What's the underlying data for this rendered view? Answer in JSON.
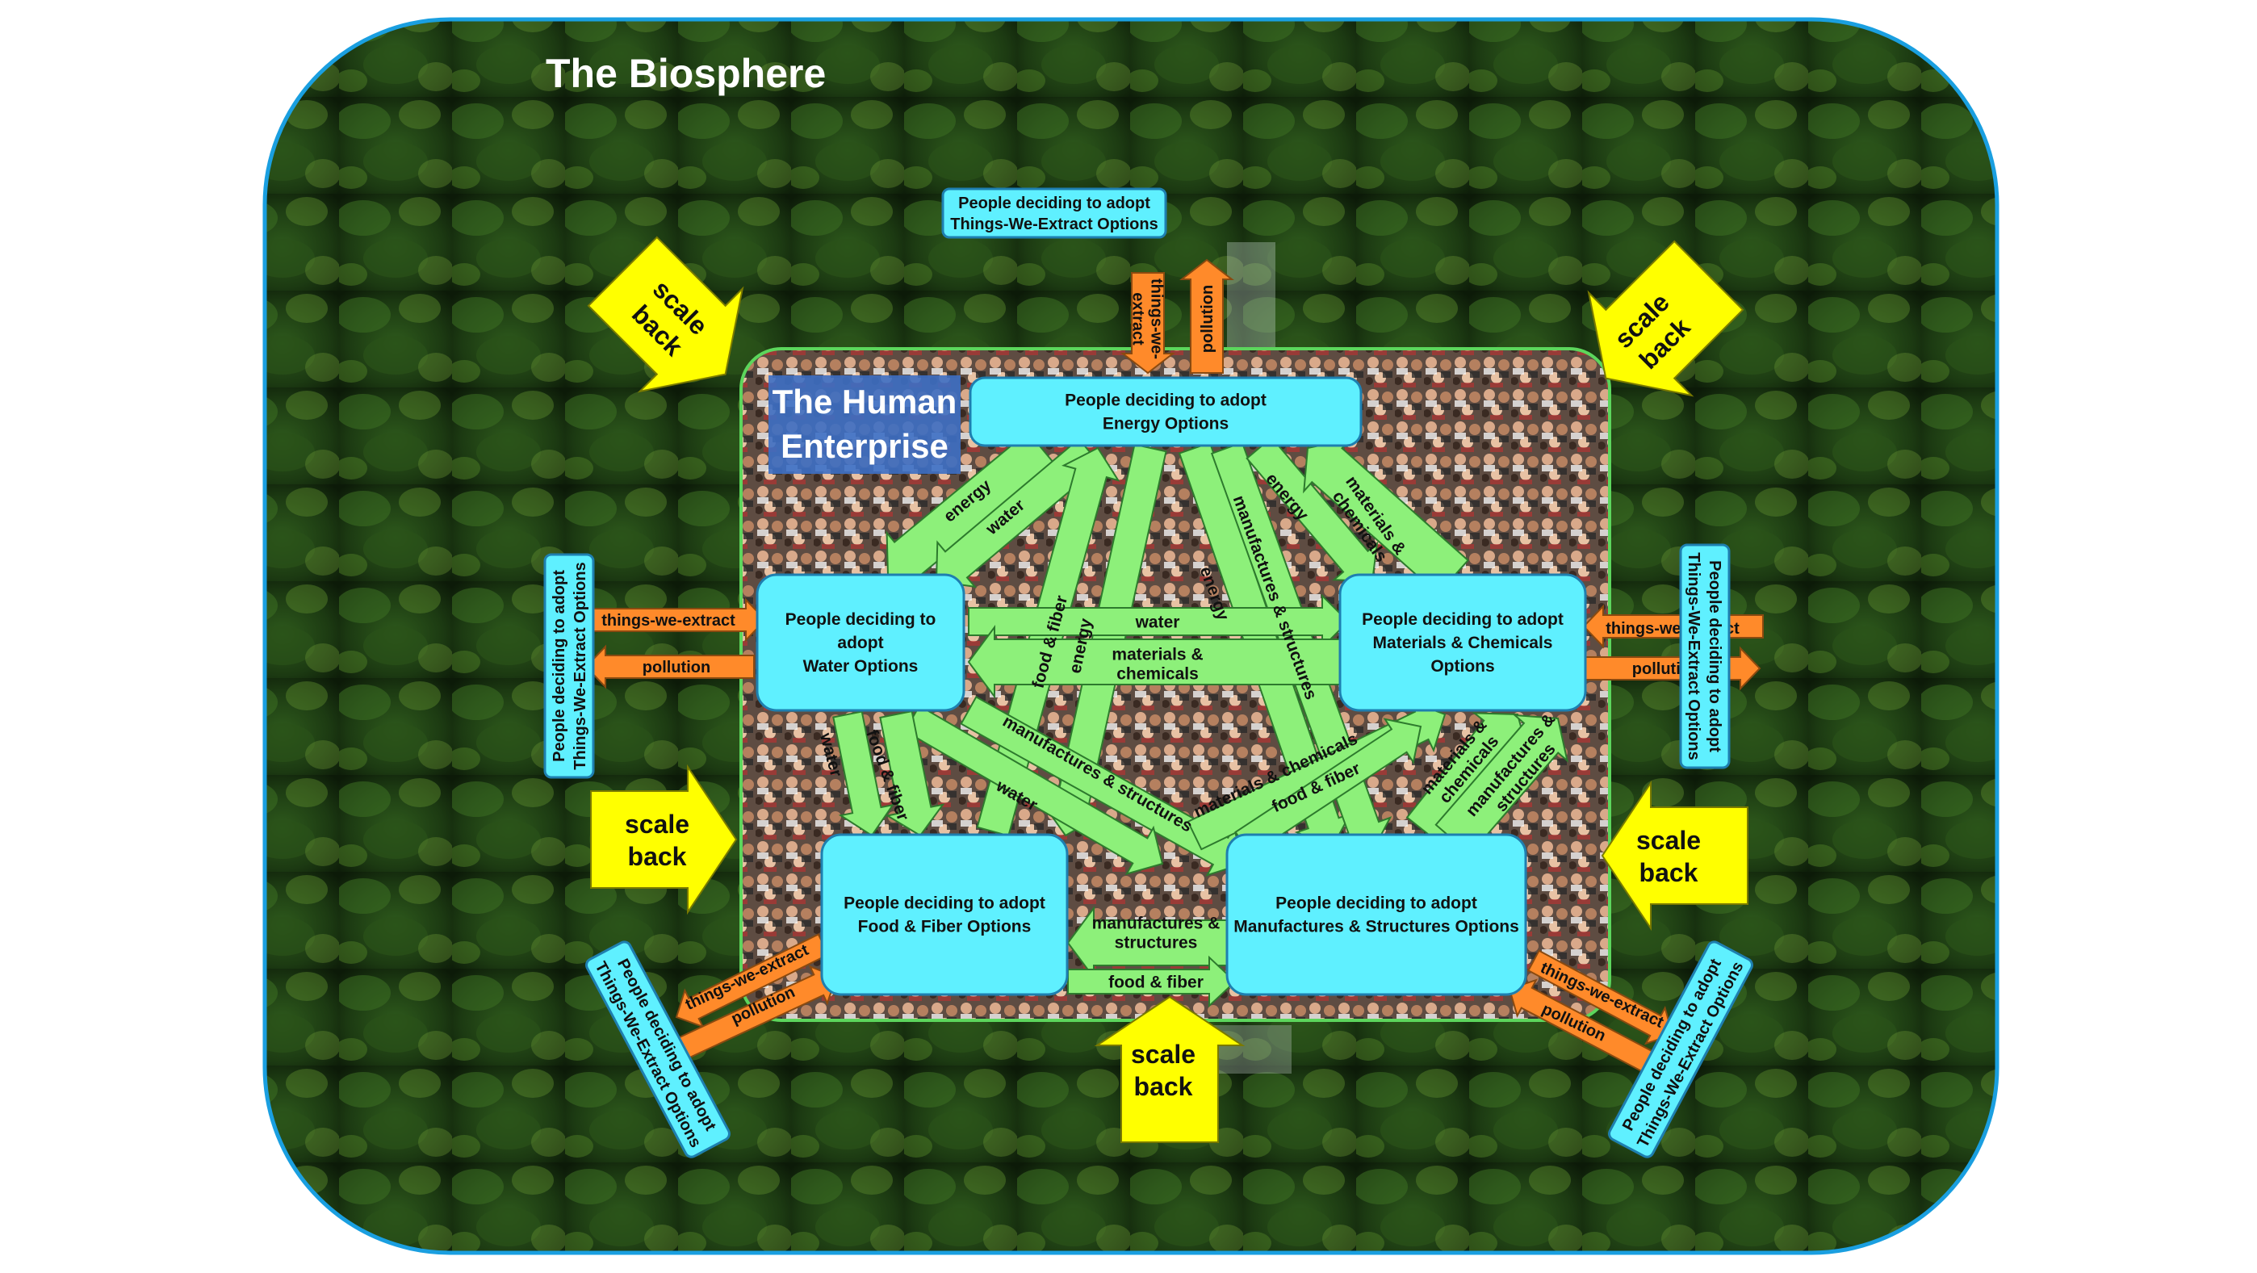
{
  "biosphere_title": "The Biosphere",
  "enterprise_title": [
    "The Human",
    "Enterprise"
  ],
  "colors": {
    "forest_dark": "#0f1f0b",
    "forest_light": "#3f6e22",
    "crowd_base": "#6b5a4e",
    "node_fill": "#5ff0ff",
    "node_stroke": "#1e7fb0",
    "flow_fill": "#8df07a",
    "flow_stroke": "#2d7a2d",
    "extract_fill": "#ff8a2a",
    "scale_fill": "#ffff00",
    "frame_stroke": "#1a9fe0",
    "enterprise_border": "#5cd65c",
    "title_box": "#3d6fc4"
  },
  "nodes": {
    "energy": [
      "People deciding to adopt",
      "Energy Options"
    ],
    "water": [
      "People deciding to",
      "adopt",
      "Water Options"
    ],
    "materials": [
      "People deciding to adopt",
      "Materials & Chemicals",
      "Options"
    ],
    "food": [
      "People deciding to adopt",
      "Food & Fiber Options"
    ],
    "manufactures": [
      "People deciding to adopt",
      "Manufactures & Structures Options"
    ]
  },
  "extract_boxes": {
    "top": [
      "People deciding to adopt",
      "Things-We-Extract Options"
    ],
    "left": [
      "People deciding to adopt",
      "Things-We-Extract Options"
    ],
    "right": [
      "People deciding to adopt",
      "Things-We-Extract Options"
    ],
    "bottom_left": [
      "People deciding to adopt",
      "Things-We-Extract Options"
    ],
    "bottom_right": [
      "People deciding to adopt",
      "Things-We-Extract Options"
    ]
  },
  "extract_labels": {
    "top_extract": [
      "things-we-",
      "extract"
    ],
    "top_pollution": "pollution",
    "left_extract": "things-we-extract",
    "left_pollution": "pollution",
    "right_extract": "things-we-extract",
    "right_pollution": "pollution",
    "bl_extract": "things-we-extract",
    "bl_pollution": "pollution",
    "br_extract": "things-we-extract",
    "br_pollution": "pollution"
  },
  "scale_back": [
    "scale",
    "back"
  ],
  "flow_labels": {
    "energy_to_water_1": "energy",
    "energy_to_water_2": "water",
    "food_up": "food & fiber",
    "energy_down": "energy",
    "manuf_down": "manufactures & structures",
    "energy_center": "energy",
    "energy_right": "energy",
    "materials_right": [
      "materials &",
      "chemicals"
    ],
    "water_across": "water",
    "materials_across": [
      "materials &",
      "chemicals"
    ],
    "manuf_diag": "manufactures & structures",
    "water_diag": "water",
    "water_down": "water",
    "food_down": "food & fiber",
    "matchem_diag": "materials & chemicals",
    "food_diag": "food & fiber",
    "materials_down": [
      "materials &",
      "chemicals"
    ],
    "manuf_up": [
      "manufactures &",
      "structures"
    ],
    "manuf_between": [
      "manufactures &",
      "structures"
    ],
    "food_between": "food & fiber"
  }
}
